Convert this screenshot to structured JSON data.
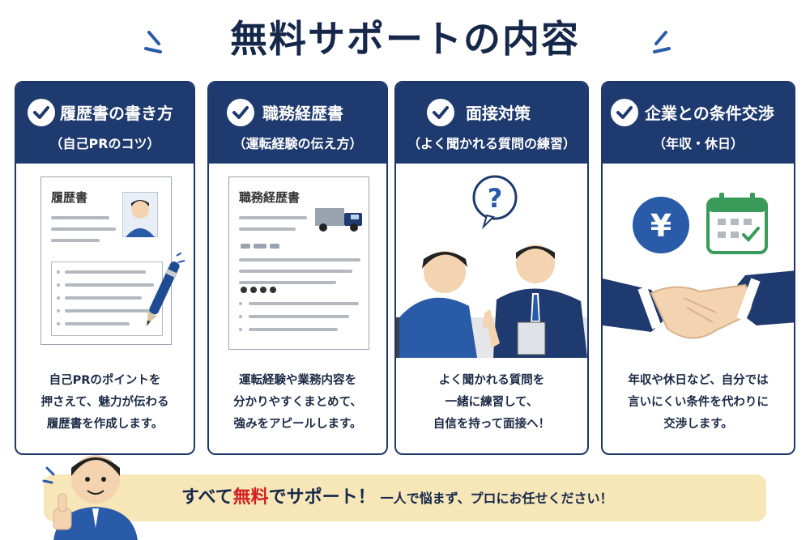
{
  "title": "無料サポートの内容",
  "cards": [
    {
      "title": "履歴書の書き方",
      "subtitle": "（自己PRのコツ）",
      "illustration_label": "履歴書",
      "description": [
        "自己PRのポイントを",
        "押さえて、魅力が伝わる",
        "履歴書を作成します。"
      ]
    },
    {
      "title": "職務経歴書",
      "subtitle": "（運転経験の伝え方）",
      "illustration_label": "職務経歴書",
      "description": [
        "運転経験や業務内容を",
        "分かりやすくまとめて、",
        "強みをアピールします。"
      ]
    },
    {
      "title": "面接対策",
      "subtitle": "（よく聞かれる質問の練習）",
      "illustration_label": "?",
      "description": [
        "よく聞かれる質問を",
        "一緒に練習して、",
        "自信を持って面接へ！"
      ]
    },
    {
      "title": "企業との条件交渉",
      "subtitle": "（年収・休日）",
      "illustration_label": "¥",
      "description": [
        "年収や休日など、自分では",
        "言いにくい条件を代わりに",
        "交渉します。"
      ]
    }
  ],
  "banner": {
    "prefix": "すべて",
    "highlight": "無料",
    "suffix": "でサポート！",
    "secondary": "一人で悩まず、プロにお任せください！"
  },
  "colors": {
    "navy": "#1e3a6e",
    "accent_blue": "#2a5ba8",
    "highlight_red": "#d21f1f",
    "banner_bg": "#f7e6b8",
    "calendar_green": "#3a9a5a"
  },
  "icons": [
    "check-icon",
    "pen-icon",
    "truck-icon",
    "question-icon",
    "yen-icon",
    "calendar-icon",
    "handshake-icon",
    "thumbs-up-icon"
  ]
}
